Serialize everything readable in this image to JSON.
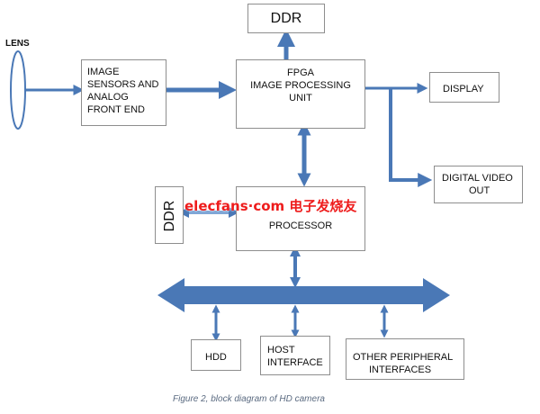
{
  "lens": {
    "label": "LENS"
  },
  "blocks": {
    "image_sensor": {
      "lines": [
        "IMAGE",
        "SENSORS AND",
        "ANALOG",
        "FRONT END"
      ]
    },
    "fpga": {
      "lines": [
        "FPGA",
        "IMAGE PROCESSING",
        "UNIT"
      ]
    },
    "ddr_top": {
      "label": "DDR"
    },
    "display": {
      "label": "DISPLAY"
    },
    "digital_video_out": {
      "lines": [
        "DIGITAL VIDEO",
        "OUT"
      ]
    },
    "processor": {
      "lines": [
        "PROCESSOR"
      ]
    },
    "ddr_left": {
      "label": "DDR"
    },
    "hdd": {
      "label": "HDD"
    },
    "host_interface": {
      "lines": [
        "HOST",
        "INTERFACE"
      ]
    },
    "other_peripheral": {
      "lines": [
        "OTHER PERIPHERAL",
        "INTERFACES"
      ]
    }
  },
  "watermark": {
    "text": "elecfans·com 电子发烧友"
  },
  "caption": "Figure 2, block diagram of HD camera",
  "colors": {
    "arrow": "#4a78b6",
    "border": "#8e8e8e",
    "caption": "#5a6a80"
  }
}
